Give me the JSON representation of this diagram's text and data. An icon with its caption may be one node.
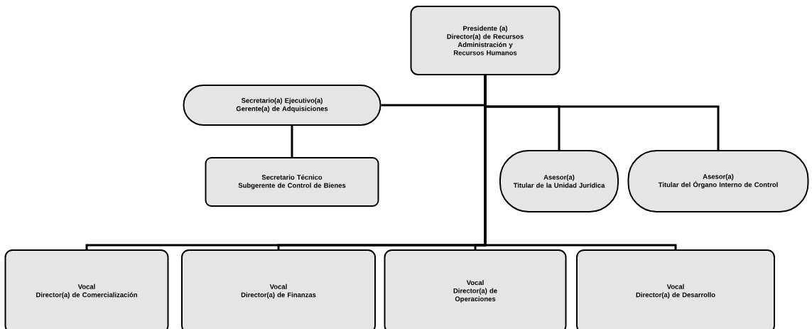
{
  "diagram": {
    "nodes": [
      {
        "text": [
          "Presidente (a)",
          "Director(a) de Recursos Administración y Recursos Humanos"
        ]
      },
      {
        "text": [
          "Secretario(a) Ejecutivo(a)",
          "Gerente(a) de Adquisiciones"
        ]
      },
      {
        "text": [
          "Secretario Técnico",
          "Subgerente de Control de Bienes"
        ]
      },
      {
        "text": [
          "Asesor(a)",
          "Titular de la Unidad Jurídica"
        ]
      },
      {
        "text": [
          "Asesor(a)",
          "Titular del Órgano Interno de Control"
        ]
      },
      {
        "text": [
          "Vocal",
          "Director(a) de Comercialización"
        ]
      },
      {
        "text": [
          "Vocal",
          "Director(a) de Finanzas"
        ]
      },
      {
        "text": [
          "Vocal",
          "Director(a) de Operaciones"
        ]
      },
      {
        "text": [
          "Vocal",
          "Director(a) de Desarrollo"
        ]
      }
    ],
    "edges": [
      {
        "from": 0,
        "to": 1,
        "arrow": "none"
      },
      {
        "from": 0,
        "to": 3,
        "arrow": "none"
      },
      {
        "from": 0,
        "to": 4,
        "arrow": "none"
      },
      {
        "from": 1,
        "to": 2,
        "arrow": "none"
      },
      {
        "from": 0,
        "to": 5,
        "arrow": "none"
      },
      {
        "from": 0,
        "to": 6,
        "arrow": "none"
      },
      {
        "from": 0,
        "to": 7,
        "arrow": "none"
      },
      {
        "from": 0,
        "to": 8,
        "arrow": "none"
      }
    ]
  }
}
